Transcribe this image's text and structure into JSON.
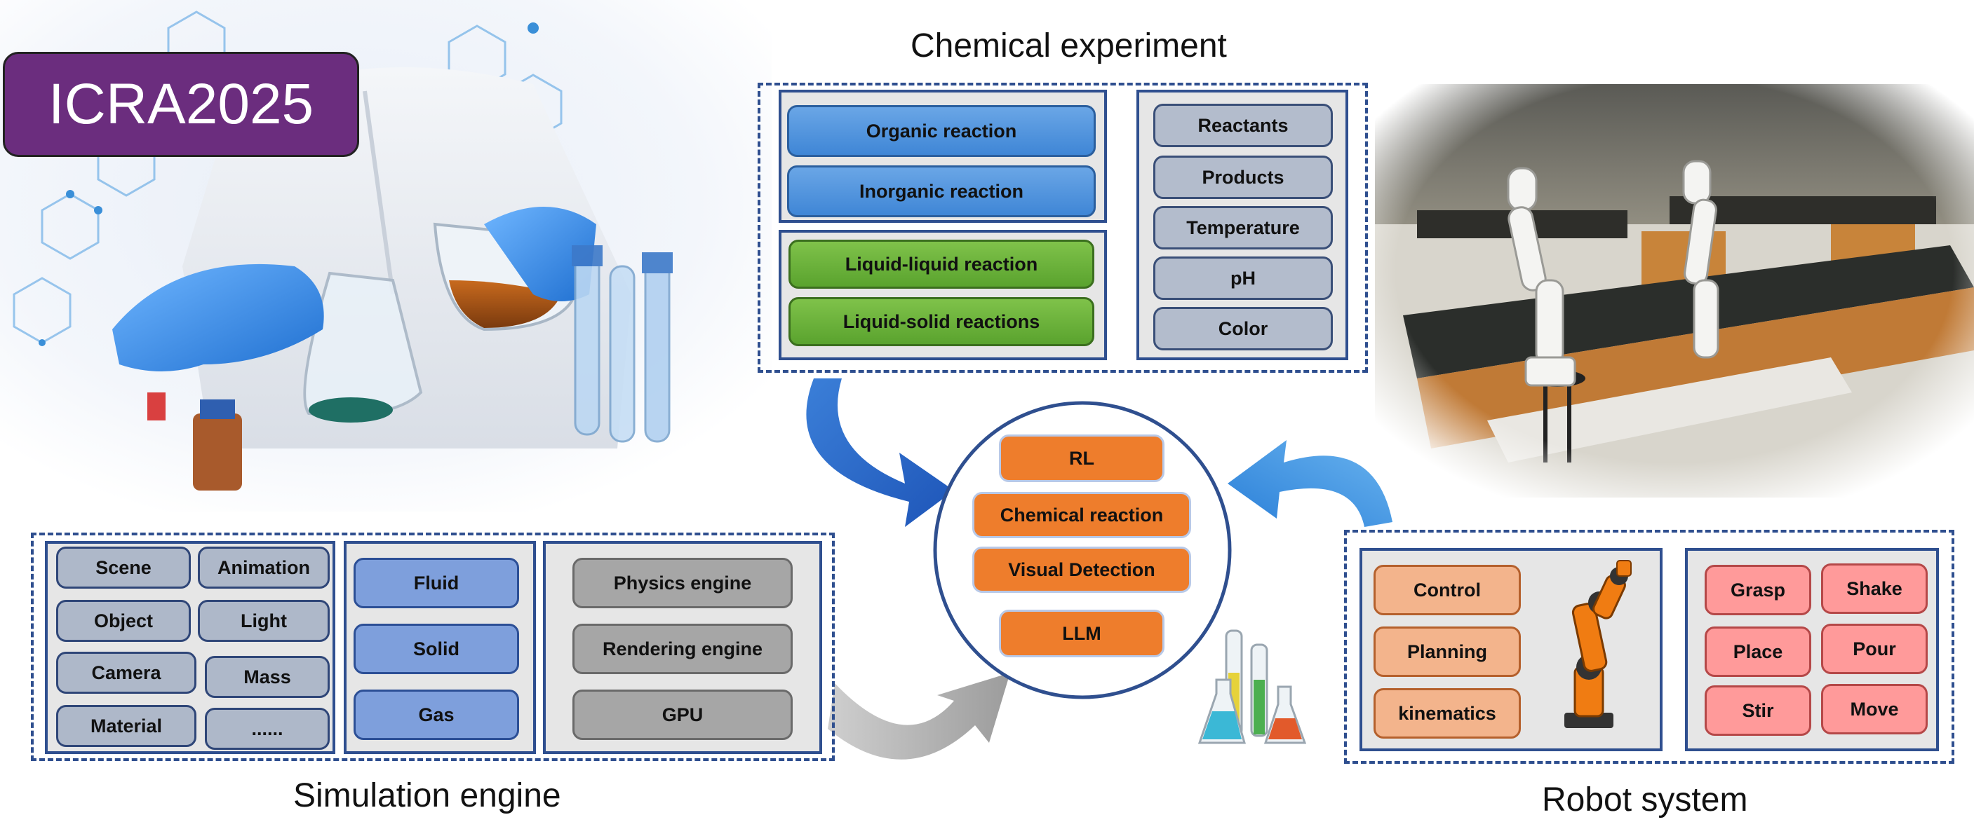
{
  "badge": "ICRA2025",
  "chemical": {
    "title": "Chemical experiment",
    "reaction_types": [
      "Organic reaction",
      "Inorganic reaction"
    ],
    "phase_types": [
      "Liquid-liquid reaction",
      "Liquid-solid reactions"
    ],
    "properties": [
      "Reactants",
      "Products",
      "Temperature",
      "pH",
      "Color"
    ]
  },
  "core": {
    "items": [
      "RL",
      "Chemical reaction",
      "Visual Detection",
      "LLM"
    ]
  },
  "simulation": {
    "title": "Simulation engine",
    "elements_left": [
      "Scene",
      "Object",
      "Camera",
      "Material"
    ],
    "elements_right": [
      "Animation",
      "Light",
      "Mass",
      "......"
    ],
    "matter": [
      "Fluid",
      "Solid",
      "Gas"
    ],
    "engines": [
      "Physics engine",
      "Rendering engine",
      "GPU"
    ]
  },
  "robot": {
    "title": "Robot system",
    "functions": [
      "Control",
      "Planning",
      "kinematics"
    ],
    "actions_left": [
      "Grasp",
      "Place",
      "Stir"
    ],
    "actions_right": [
      "Shake",
      "Pour",
      "Move"
    ]
  },
  "colors": {
    "badge_bg": "#6b2d7e",
    "frame_blue": "#2f4f8f",
    "core_orange": "#ee7d2c"
  }
}
